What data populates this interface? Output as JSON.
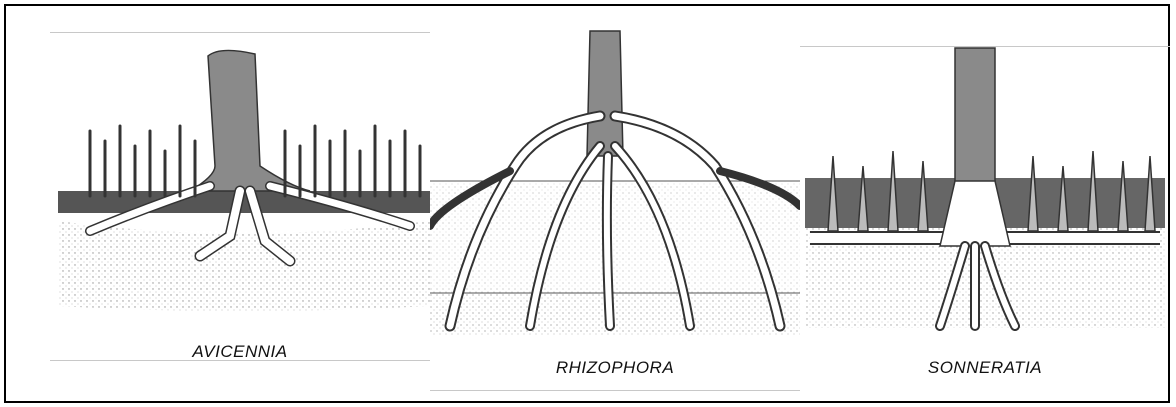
{
  "panels": [
    {
      "caption": "AVICENNIA"
    },
    {
      "caption": "RHIZOPHORA"
    },
    {
      "caption": "SONNERATIA"
    }
  ]
}
